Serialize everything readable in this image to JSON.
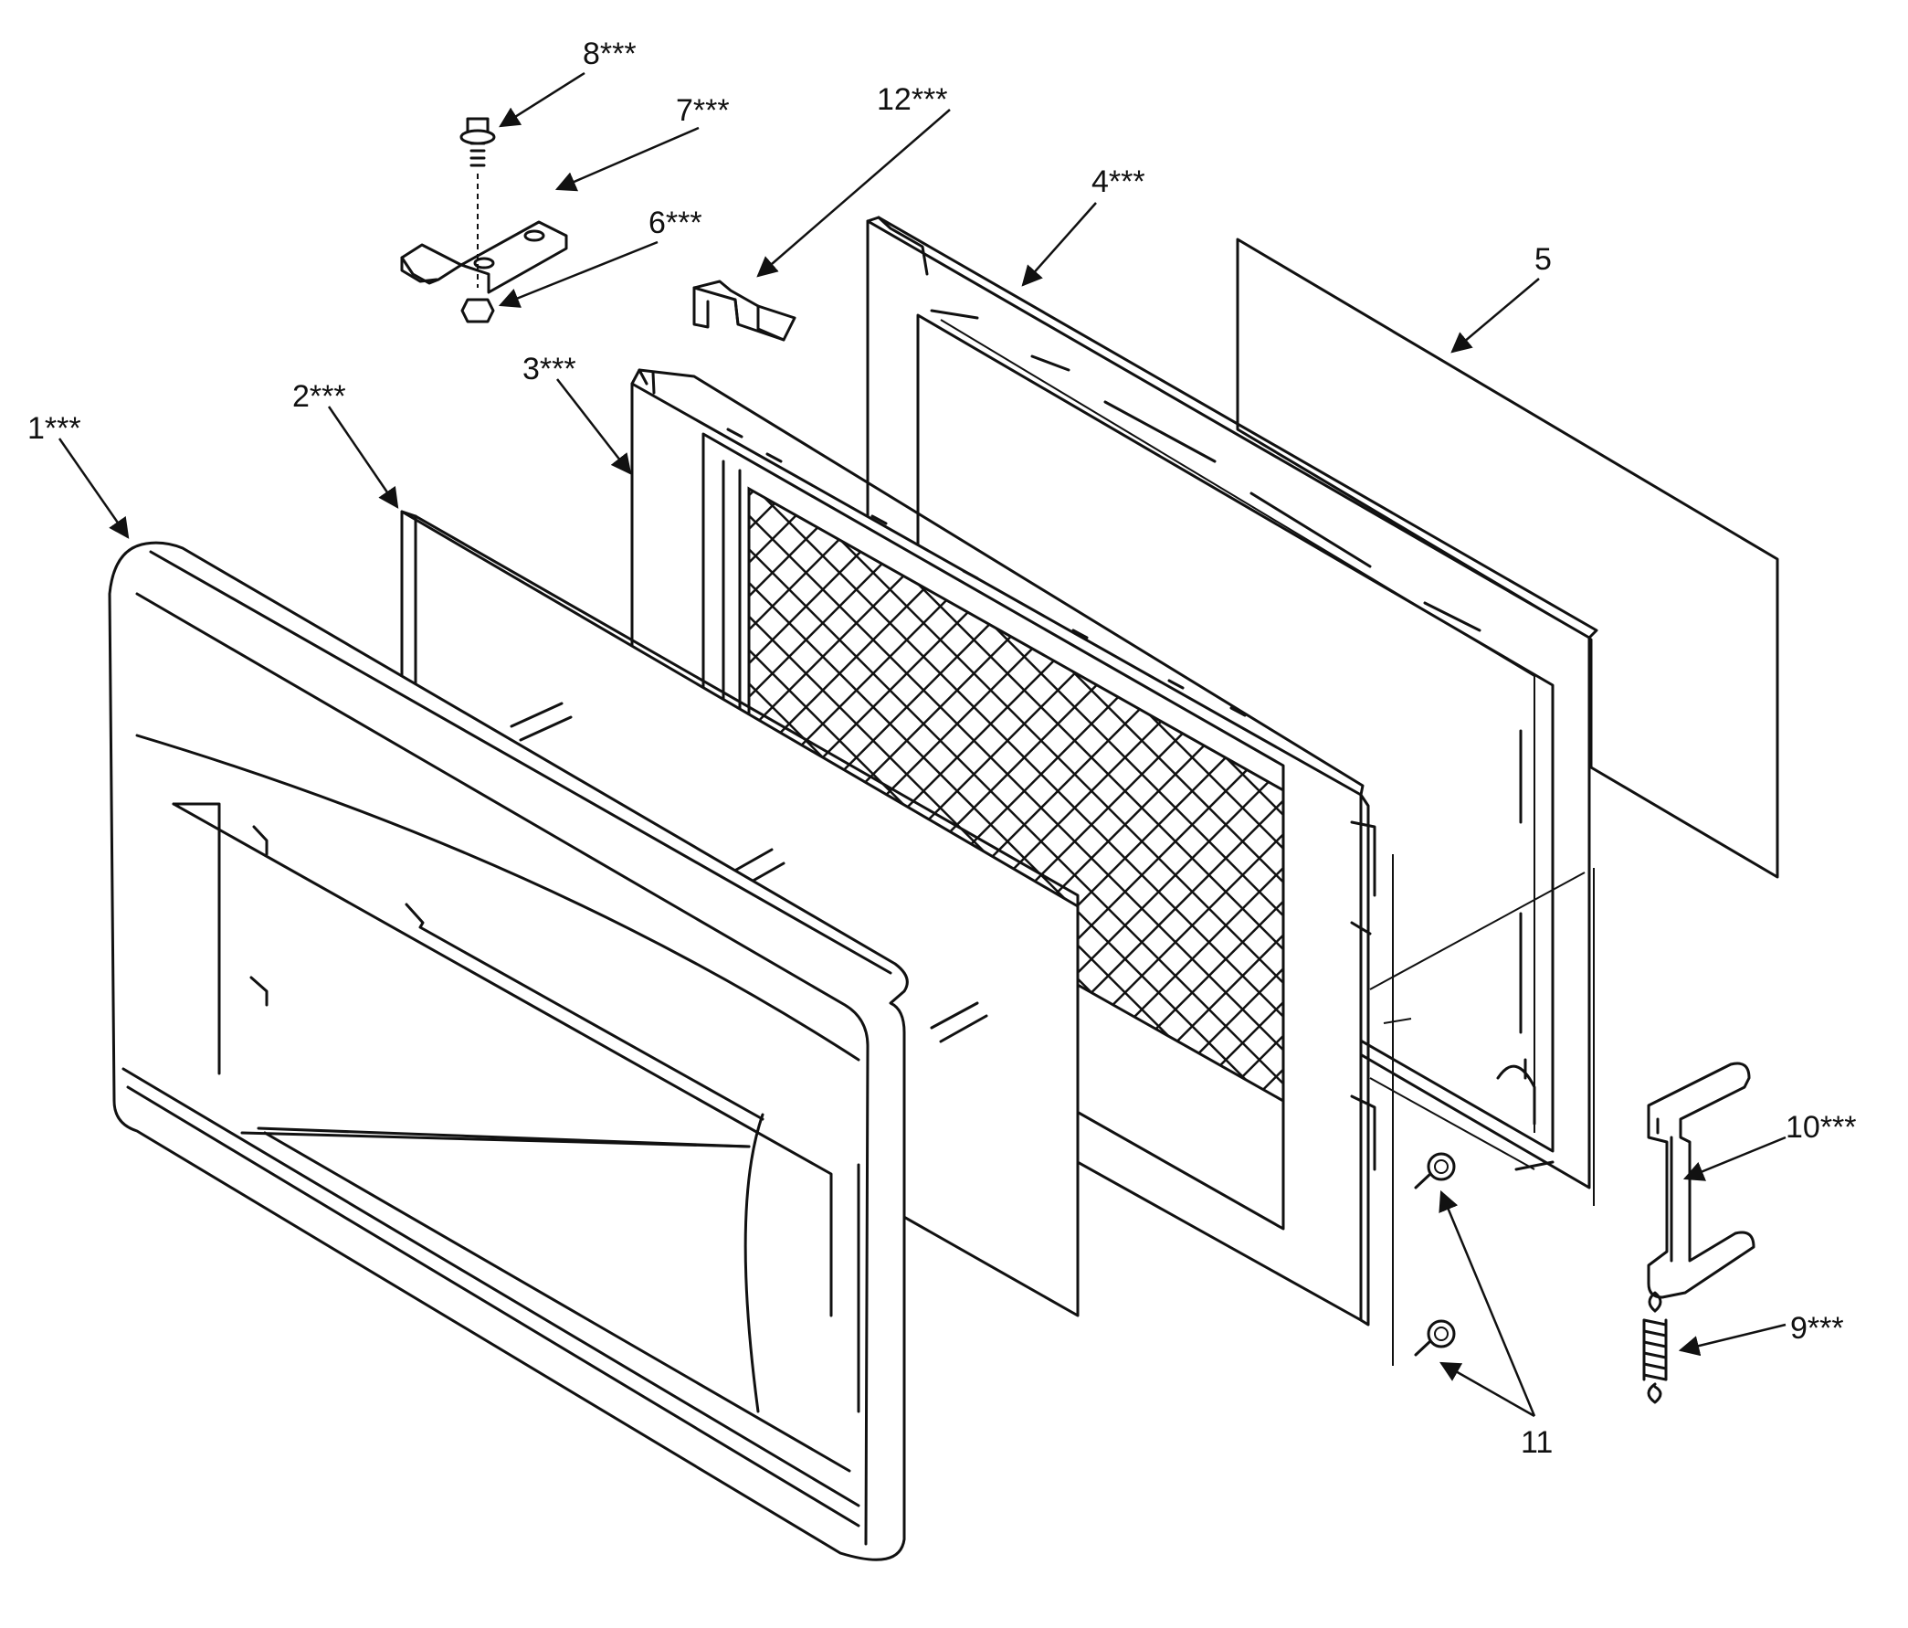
{
  "callouts": [
    {
      "id": "1",
      "text": "1***"
    },
    {
      "id": "2",
      "text": "2***"
    },
    {
      "id": "3",
      "text": "3***"
    },
    {
      "id": "4",
      "text": "4***"
    },
    {
      "id": "5",
      "text": "5"
    },
    {
      "id": "6",
      "text": "6***"
    },
    {
      "id": "7",
      "text": "7***"
    },
    {
      "id": "8",
      "text": "8***"
    },
    {
      "id": "9",
      "text": "9***"
    },
    {
      "id": "10",
      "text": "10***"
    },
    {
      "id": "11",
      "text": "11"
    },
    {
      "id": "12",
      "text": "12***"
    }
  ]
}
